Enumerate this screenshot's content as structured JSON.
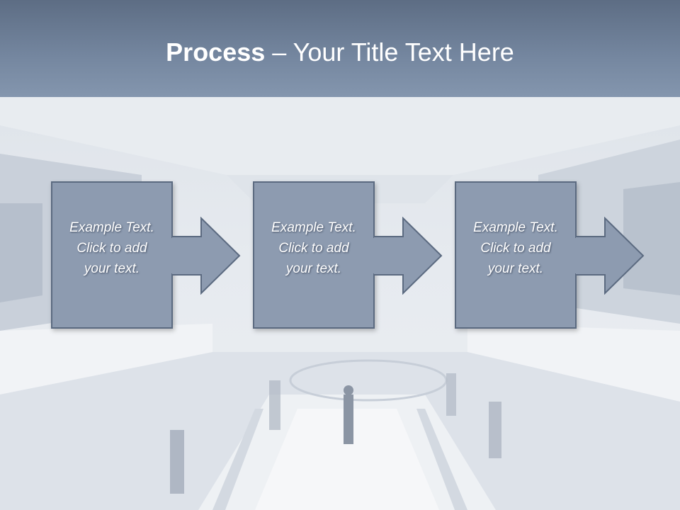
{
  "title": {
    "bold": "Process",
    "rest": " – Your Title Text Here"
  },
  "steps": [
    {
      "line1": "Example Text.",
      "line2": "Click  to add",
      "line3": "your text."
    },
    {
      "line1": "Example Text.",
      "line2": "Click  to add",
      "line3": "your text."
    },
    {
      "line1": "Example Text.",
      "line2": "Click  to add",
      "line3": "your text."
    }
  ],
  "colors": {
    "title_band": "#7587a0",
    "step_fill": "#8d9bb0",
    "step_border": "#5b6a80",
    "background": "#e6eaef"
  }
}
